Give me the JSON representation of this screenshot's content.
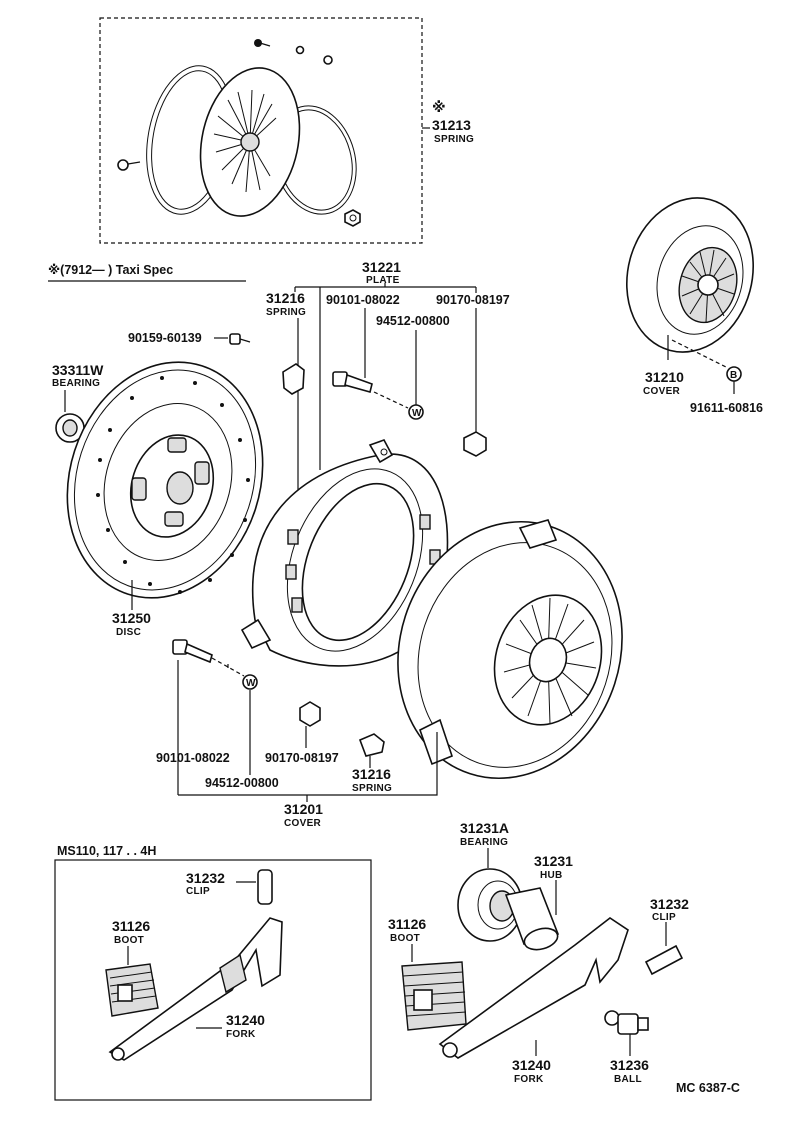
{
  "note_mark": "※",
  "taxi_note": "※(7912—      ) Taxi Spec",
  "drawing_code": "MC  6387-C",
  "variant_label": "MS110, 117 . . 4H",
  "marker_w": "W",
  "marker_b": "B",
  "labels": {
    "p31213": {
      "num": "31213",
      "name": "SPRING"
    },
    "p31221": {
      "num": "31221",
      "name": "PLATE"
    },
    "p31216_top": {
      "num": "31216",
      "name": "SPRING"
    },
    "p90101_top": {
      "num": "90101-08022"
    },
    "p90170_top": {
      "num": "90170-08197"
    },
    "p94512_top": {
      "num": "94512-00800"
    },
    "p90159": {
      "num": "90159-60139"
    },
    "p33311W": {
      "num": "33311W",
      "name": "BEARING"
    },
    "p31250": {
      "num": "31250",
      "name": "DISC"
    },
    "p31210": {
      "num": "31210",
      "name": "COVER"
    },
    "p91611": {
      "num": "91611-60816"
    },
    "p90101_bot": {
      "num": "90101-08022"
    },
    "p90170_bot": {
      "num": "90170-08197"
    },
    "p94512_bot": {
      "num": "94512-00800"
    },
    "p31216_bot": {
      "num": "31216",
      "name": "SPRING"
    },
    "p31201": {
      "num": "31201",
      "name": "COVER"
    },
    "p31232_left": {
      "num": "31232",
      "name": "CLIP"
    },
    "p31126_left": {
      "num": "31126",
      "name": "BOOT"
    },
    "p31240_left": {
      "num": "31240",
      "name": "FORK"
    },
    "p31231A": {
      "num": "31231A",
      "name": "BEARING"
    },
    "p31231": {
      "num": "31231",
      "name": "HUB"
    },
    "p31232_right": {
      "num": "31232",
      "name": "CLIP"
    },
    "p31126_right": {
      "num": "31126",
      "name": "BOOT"
    },
    "p31240_right": {
      "num": "31240",
      "name": "FORK"
    },
    "p31236": {
      "num": "31236",
      "name": "BALL"
    }
  }
}
